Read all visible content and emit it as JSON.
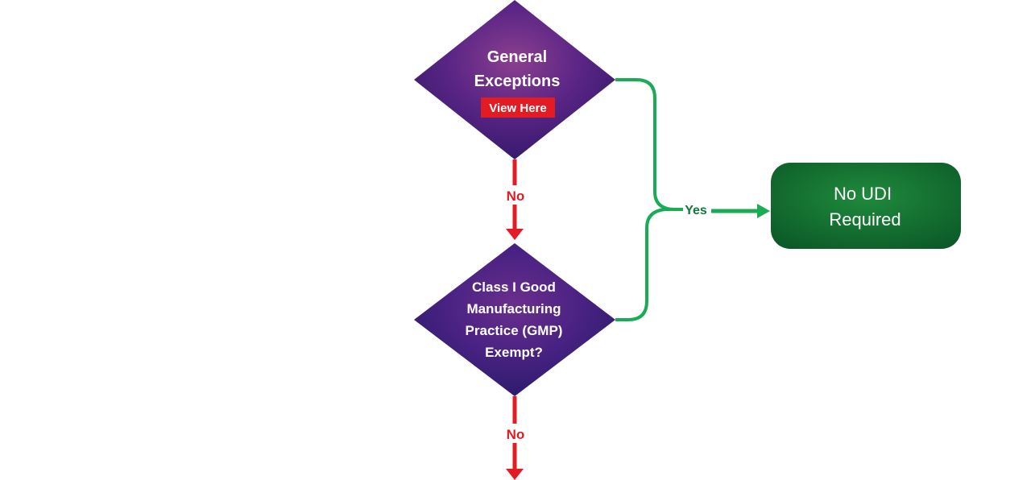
{
  "nodes": {
    "general_exceptions": {
      "line1": "General",
      "line2": "Exceptions",
      "button_label": "View Here"
    },
    "class_one_gmp": {
      "line1": "Class I Good",
      "line2": "Manufacturing",
      "line3": "Practice (GMP)",
      "line4": "Exempt?"
    },
    "result": {
      "line1": "No UDI",
      "line2": "Required"
    }
  },
  "edges": {
    "no_label_1": "No",
    "no_label_2": "No",
    "yes_label": "Yes"
  },
  "colors": {
    "no_arrow": "#e31b23",
    "yes_arrow": "#1aab55",
    "button_red": "#e31b23",
    "result_green": "#0f6b2f",
    "diamond_purple": "#4b1f7a"
  }
}
